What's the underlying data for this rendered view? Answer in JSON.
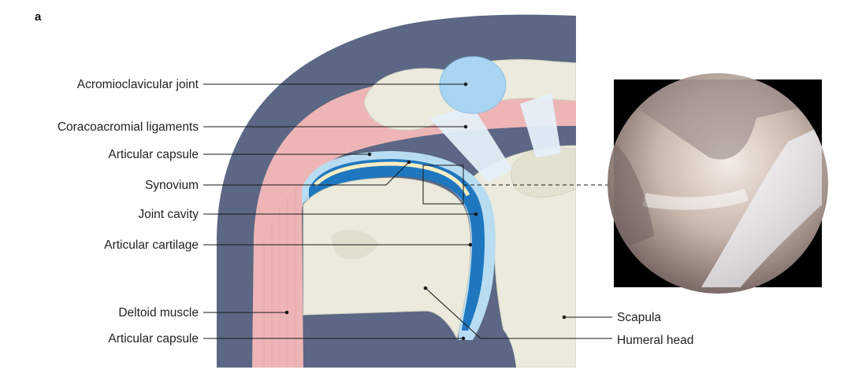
{
  "panel_label": "a",
  "labels": {
    "acromioclavicular_joint": "Acromioclavicular joint",
    "coracoacromial_ligaments": "Coracoacromial ligaments",
    "articular_capsule_top": "Articular capsule",
    "synovium": "Synovium",
    "joint_cavity": "Joint cavity",
    "articular_cartilage": "Articular cartilage",
    "deltoid_muscle": "Deltoid muscle",
    "articular_capsule_bottom": "Articular capsule",
    "scapula": "Scapula",
    "humeral_head": "Humeral head"
  },
  "colors": {
    "outer_tissue": "#5b6784",
    "muscle": "#eeb5b6",
    "bone": "#ebeadc",
    "bone_shadow": "#dddccb",
    "capsule_light": "#b8dcf2",
    "capsule_dark": "#1f78bf",
    "cartilage": "#f6edc4",
    "ligament": "#e4eff8",
    "ac_joint": "#a9d4f2"
  }
}
